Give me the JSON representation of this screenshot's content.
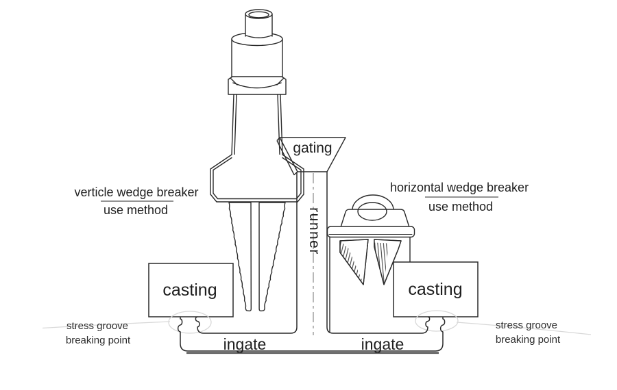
{
  "labels": {
    "left_method_title": "verticle wedge breaker",
    "left_method_sub": "use method",
    "right_method_title": "horizontal wedge breaker",
    "right_method_sub": "use method",
    "gating": "gating",
    "runner": "runner",
    "casting_left": "casting",
    "casting_right": "casting",
    "ingate_left": "ingate",
    "ingate_right": "ingate",
    "stress_left_line1": "stress groove",
    "stress_left_line2": "breaking point",
    "stress_right_line1": "stress groove",
    "stress_right_line2": "breaking point"
  },
  "colors": {
    "line": "#2a2a2a",
    "light_gray": "#d8d8d8",
    "dash_gray": "#a6a6a6",
    "bottom_edge": "#555555"
  }
}
